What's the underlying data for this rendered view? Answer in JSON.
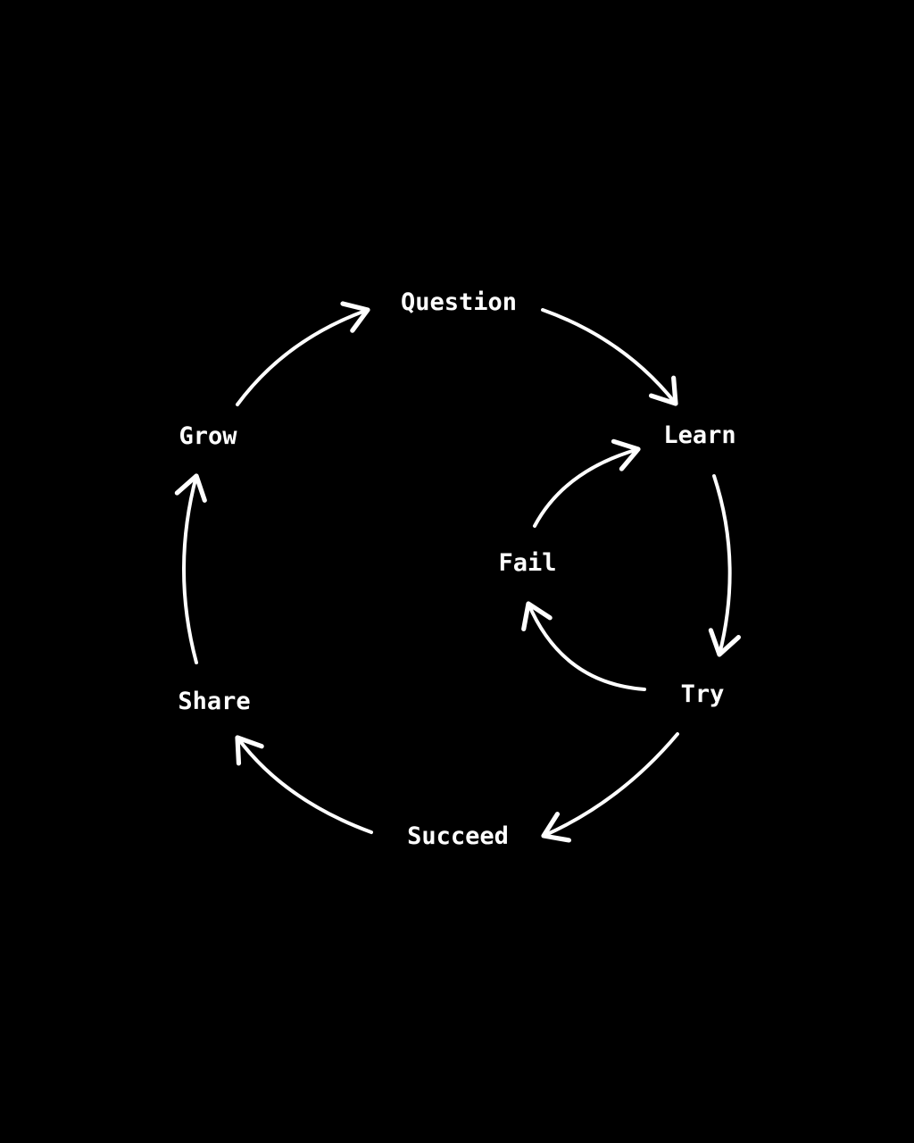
{
  "diagram": {
    "background": "#000000",
    "foreground": "#ffffff",
    "nodes": {
      "question": "Question",
      "learn": "Learn",
      "try": "Try",
      "succeed": "Succeed",
      "share": "Share",
      "grow": "Grow",
      "fail": "Fail"
    },
    "edges": [
      {
        "from": "Question",
        "to": "Learn"
      },
      {
        "from": "Learn",
        "to": "Try"
      },
      {
        "from": "Try",
        "to": "Succeed"
      },
      {
        "from": "Succeed",
        "to": "Share"
      },
      {
        "from": "Share",
        "to": "Grow"
      },
      {
        "from": "Grow",
        "to": "Question"
      },
      {
        "from": "Try",
        "to": "Fail"
      },
      {
        "from": "Fail",
        "to": "Learn"
      }
    ]
  }
}
